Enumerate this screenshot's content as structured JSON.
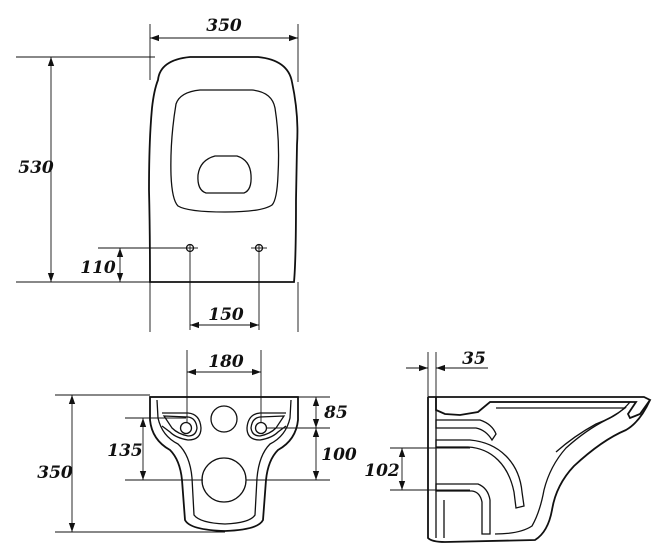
{
  "dimensions": {
    "top_width": "350",
    "top_height": "530",
    "top_hole_height": "110",
    "top_hole_spacing": "150",
    "front_hole_spacing": "180",
    "front_height": "350",
    "front_dim_85": "85",
    "front_dim_135": "135",
    "front_dim_100": "100",
    "side_dim_35": "35",
    "side_dim_102": "102"
  }
}
